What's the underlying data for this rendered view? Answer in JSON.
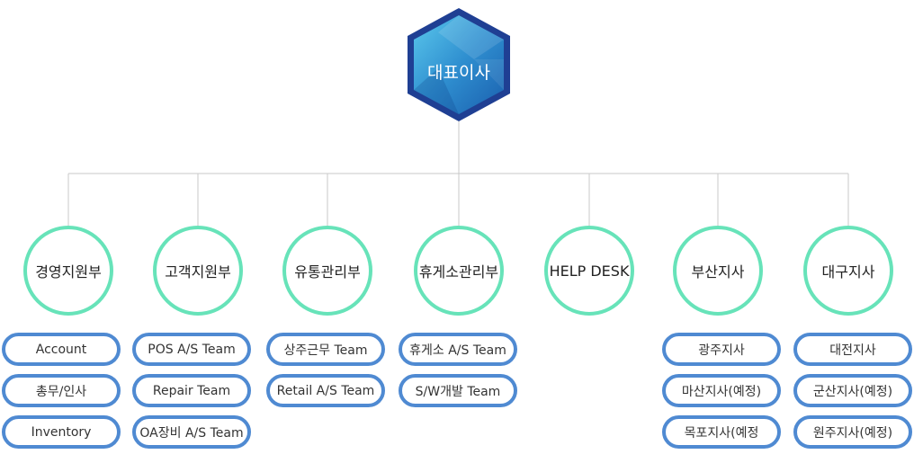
{
  "ceo": {
    "label": "대표이사"
  },
  "departments": [
    {
      "label": "경영지원부",
      "teams": [
        "Account",
        "총무/인사",
        "Inventory"
      ]
    },
    {
      "label": "고객지원부",
      "teams": [
        "POS A/S Team",
        "Repair Team",
        "OA장비 A/S Team"
      ]
    },
    {
      "label": "유통관리부",
      "teams": [
        "상주근무 Team",
        "Retail A/S Team"
      ]
    },
    {
      "label": "휴게소관리부",
      "teams": [
        "휴게소 A/S Team",
        "S/W개발 Team"
      ]
    },
    {
      "label": "HELP DESK",
      "teams": []
    },
    {
      "label": "부산지사",
      "teams": [
        "광주지사",
        "마산지사(예정)",
        "목포지사(예정"
      ]
    },
    {
      "label": "대구지사",
      "teams": [
        "대전지사",
        "군산지사(예정)",
        "원주지사(예정)"
      ]
    }
  ],
  "colors": {
    "connector": "#c8c8c8",
    "department_ring": "#67e3b9",
    "team_border": "#4f8ad2",
    "ceo_fill": "#2f8fd0",
    "ceo_border": "#1f3f93"
  }
}
